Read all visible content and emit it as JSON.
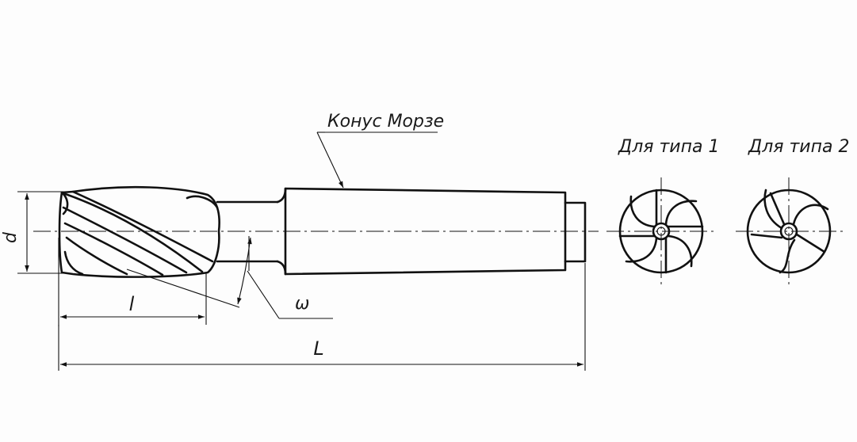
{
  "labels": {
    "morse_taper": "Конус Морзе",
    "type1": "Для типа 1",
    "type2": "Для типа 2",
    "dim_d": "d",
    "dim_l": "l",
    "dim_L": "L",
    "angle_omega": "ω"
  },
  "colors": {
    "line": "#111111",
    "background": "#fdfdfd"
  }
}
